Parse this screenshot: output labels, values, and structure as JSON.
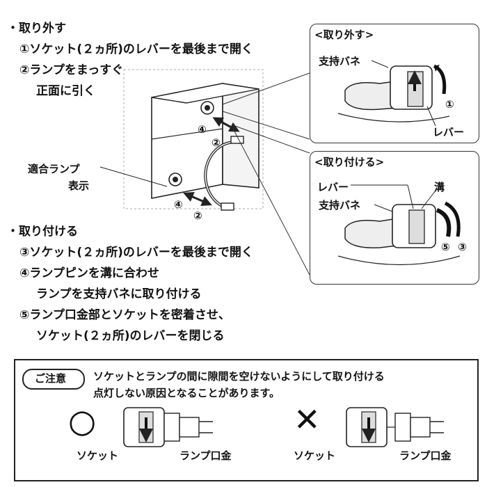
{
  "remove": {
    "heading": "・取り外す",
    "step1": "①ソケット(２ヵ所)のレバーを最後まで開く",
    "step2a": "②ランプをまっすぐ",
    "step2b": "正面に引く"
  },
  "install": {
    "heading": "・取り付ける",
    "step3": "③ソケット(２ヵ所)のレバーを最後まで開く",
    "step4a": "④ランプピンを溝に合わせ",
    "step4b": "ランプを支持バネに取り付ける",
    "step5a": "⑤ランプ口金部とソケットを密着させ、",
    "step5b": "ソケット(２ヵ所)のレバーを閉じる"
  },
  "diagram": {
    "lamp_label_1": "適合ランプ",
    "lamp_label_2": "表示",
    "n4a": "④",
    "n2a": "②",
    "n4b": "④",
    "n2b": "②"
  },
  "inset_remove": {
    "title": "<取り外す>",
    "spring": "支持バネ",
    "lever": "レバー",
    "n1": "①"
  },
  "inset_install": {
    "title": "<取り付ける>",
    "lever": "レバー",
    "groove": "溝",
    "spring": "支持バネ",
    "n5": "⑤",
    "n3": "③"
  },
  "caution": {
    "badge": "ご注意",
    "line1": "ソケットとランプの間に隙間を空けないようにして取り付ける",
    "line2": "点灯しない原因となることがあります。",
    "ok_mark": "○",
    "ng_mark": "✕",
    "ok_socket": "ソケット",
    "ok_base": "ランプ口金",
    "ng_socket": "ソケット",
    "ng_base": "ランプ口金"
  }
}
